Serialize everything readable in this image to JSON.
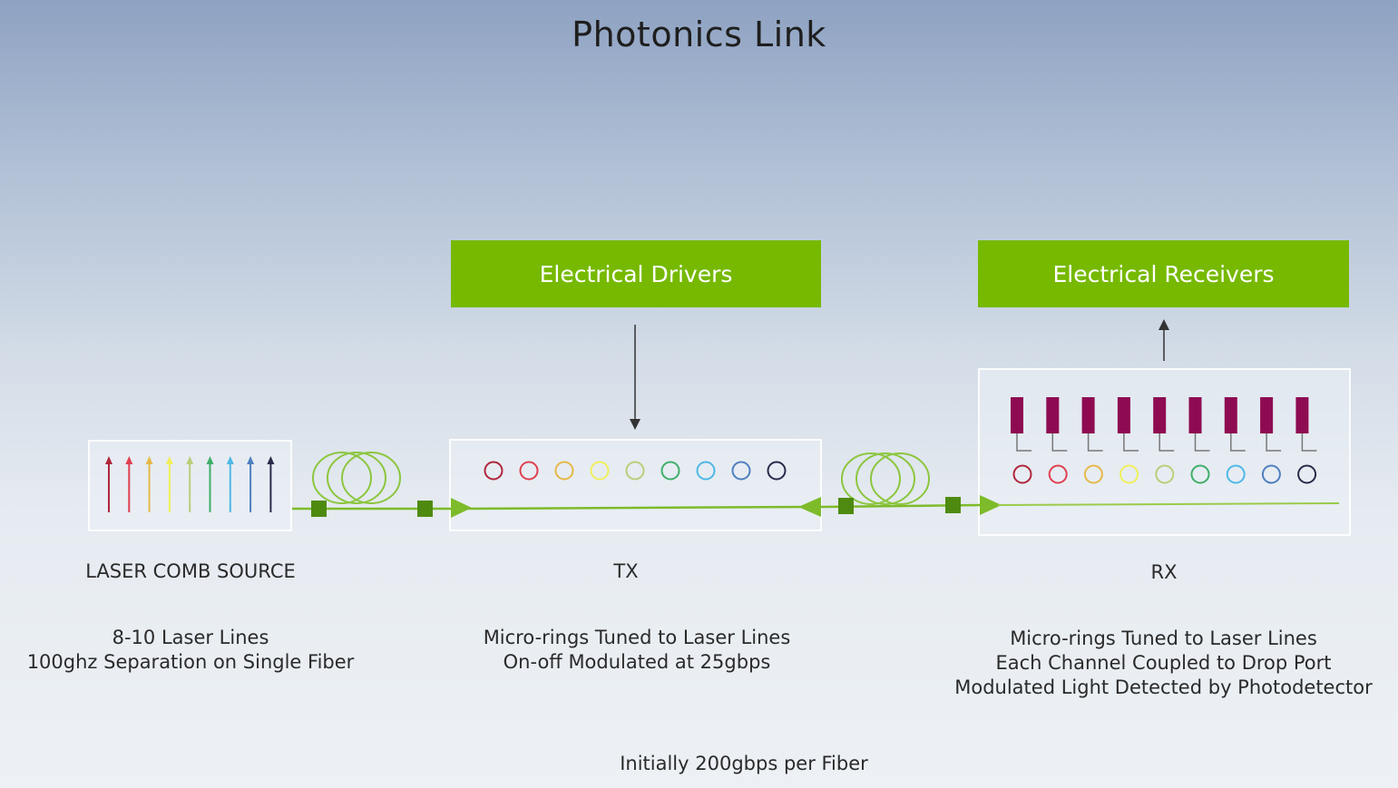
{
  "title": "Photonics Link",
  "blocks": {
    "drivers": "Electrical Drivers",
    "receivers": "Electrical Receivers"
  },
  "sections": {
    "laser": {
      "label": "LASER COMB SOURCE",
      "desc": "8-10 Laser Lines\n100ghz Separation on Single Fiber"
    },
    "tx": {
      "label": "TX",
      "desc": "Micro-rings Tuned to Laser Lines\nOn-off Modulated at 25gbps"
    },
    "rx": {
      "label": "RX",
      "desc": "Micro-rings Tuned to Laser Lines\nEach Channel Coupled to Drop Port\nModulated Light Detected by Photodetector"
    }
  },
  "footer": "Initially 200gbps per Fiber",
  "colors": {
    "accent_green": "#76b900",
    "connector_green": "#4f8a10",
    "photodetector": "#8e0b52",
    "channels": [
      "#b0263a",
      "#e0404f",
      "#e6b84a",
      "#f2ef5a",
      "#b8cf7a",
      "#3fae6a",
      "#4fb8e6",
      "#4f7fbf",
      "#2a2a4a"
    ]
  }
}
